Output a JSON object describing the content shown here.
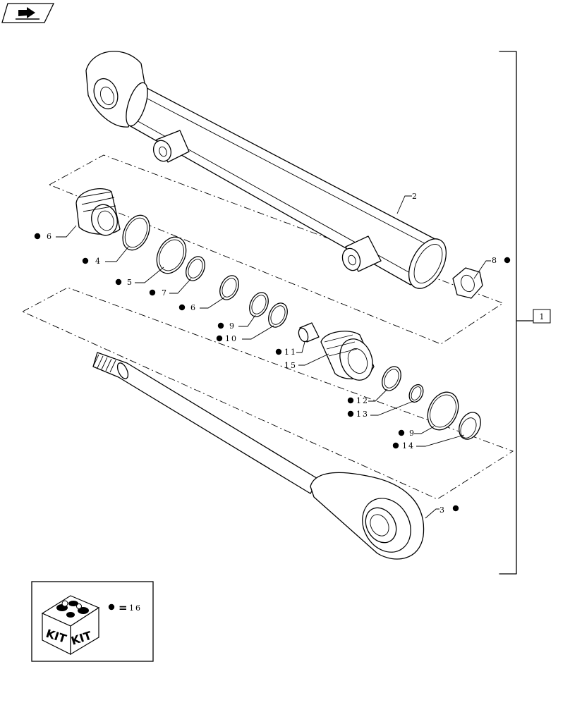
{
  "nav_icon": "page-return-icon",
  "assembly_ref": "1",
  "callouts": [
    {
      "id": "2",
      "text": "2",
      "dot": false
    },
    {
      "id": "8",
      "text": "8",
      "dot": true
    },
    {
      "id": "3",
      "text": "3",
      "dot": true
    },
    {
      "id": "6a",
      "text": "6",
      "dot": true
    },
    {
      "id": "4",
      "text": "4",
      "dot": true
    },
    {
      "id": "5",
      "text": "5",
      "dot": true
    },
    {
      "id": "7",
      "text": "7",
      "dot": true
    },
    {
      "id": "6b",
      "text": "6",
      "dot": true
    },
    {
      "id": "9a",
      "text": "9",
      "dot": true
    },
    {
      "id": "10",
      "text": "10",
      "dot": true
    },
    {
      "id": "11",
      "text": "11",
      "dot": true
    },
    {
      "id": "15",
      "text": "15",
      "dot": false
    },
    {
      "id": "12",
      "text": "12",
      "dot": true
    },
    {
      "id": "13",
      "text": "13",
      "dot": true
    },
    {
      "id": "9b",
      "text": "9",
      "dot": true
    },
    {
      "id": "14",
      "text": "14",
      "dot": true
    }
  ],
  "kit_legend": {
    "box_text_left": "KIT",
    "box_text_right": "KIT",
    "equals": "=",
    "number": "16"
  }
}
